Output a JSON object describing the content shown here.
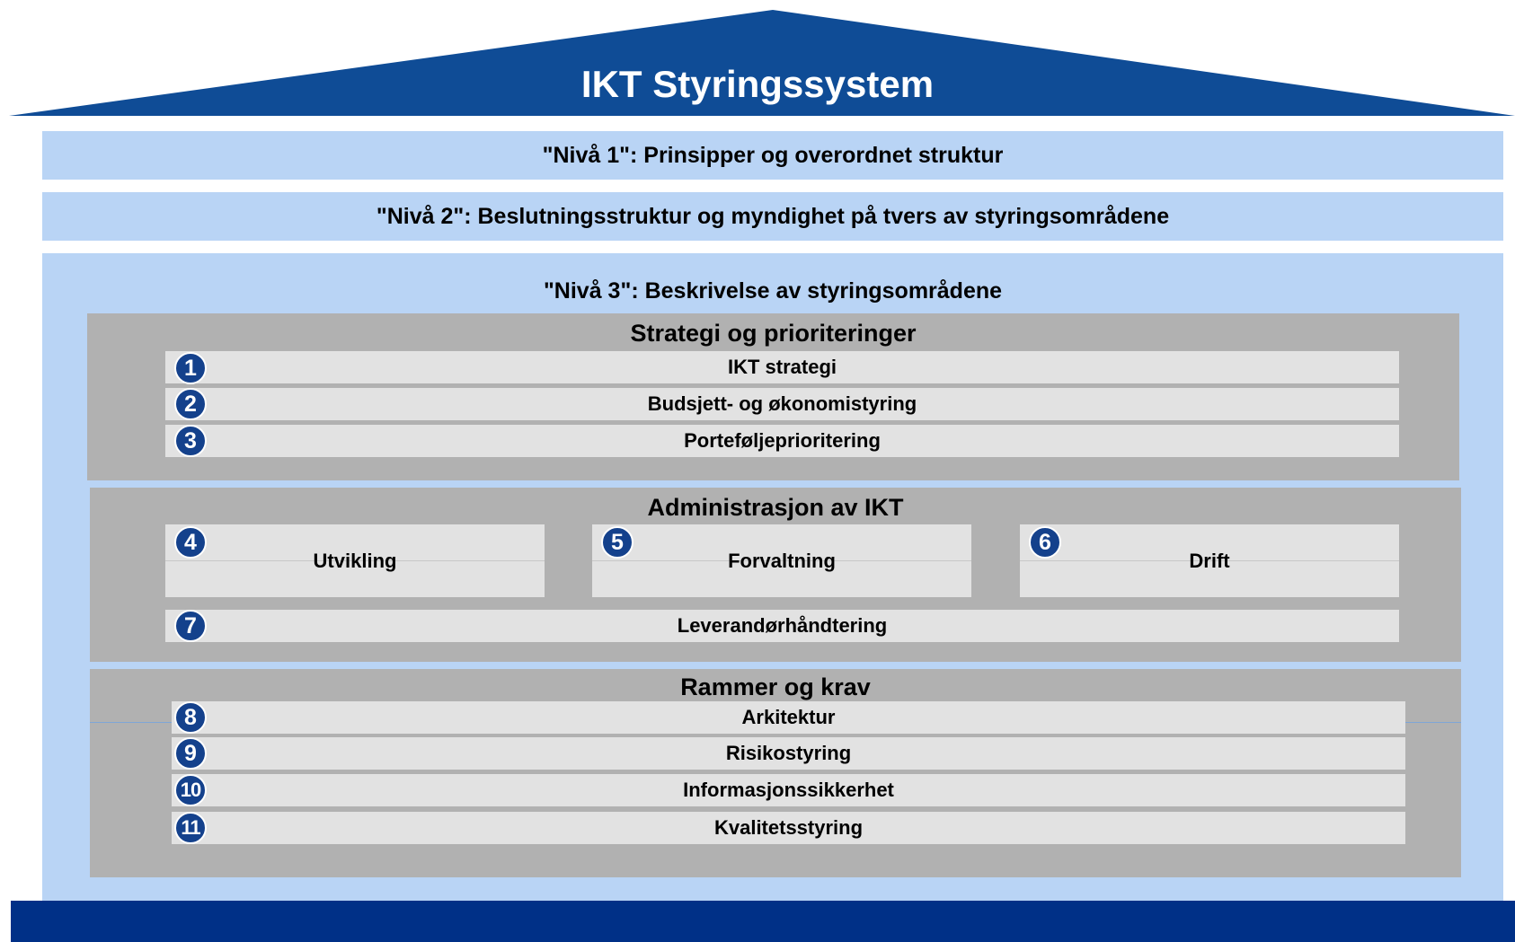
{
  "title": "IKT Styringssystem",
  "level1": "\"Nivå 1\": Prinsipper og overordnet struktur",
  "level2": "\"Nivå 2\": Beslutningsstruktur og myndighet på tvers av styringsområdene",
  "level3": "\"Nivå 3\": Beskrivelse av styringsområdene",
  "sections": [
    {
      "title": "Strategi og prioriteringer",
      "items": [
        {
          "num": "1",
          "label": "IKT strategi"
        },
        {
          "num": "2",
          "label": "Budsjett- og økonomistyring"
        },
        {
          "num": "3",
          "label": "Porteføljeprioritering"
        }
      ]
    },
    {
      "title": "Administrasjon av IKT",
      "items": [
        {
          "num": "4",
          "label": "Utvikling"
        },
        {
          "num": "5",
          "label": "Forvaltning"
        },
        {
          "num": "6",
          "label": "Drift"
        },
        {
          "num": "7",
          "label": "Leverandørhåndtering"
        }
      ]
    },
    {
      "title": "Rammer og krav",
      "items": [
        {
          "num": "8",
          "label": "Arkitektur"
        },
        {
          "num": "9",
          "label": "Risikostyring"
        },
        {
          "num": "10",
          "label": "Informasjonssikkerhet"
        },
        {
          "num": "11",
          "label": "Kvalitetsstyring"
        }
      ]
    }
  ],
  "colors": {
    "roof": "#0f4c96",
    "foundation": "#003087",
    "level_band": "#b9d4f5",
    "section_bg": "#b1b1b1",
    "item_bg": "#e2e2e2",
    "badge": "#14418c"
  }
}
